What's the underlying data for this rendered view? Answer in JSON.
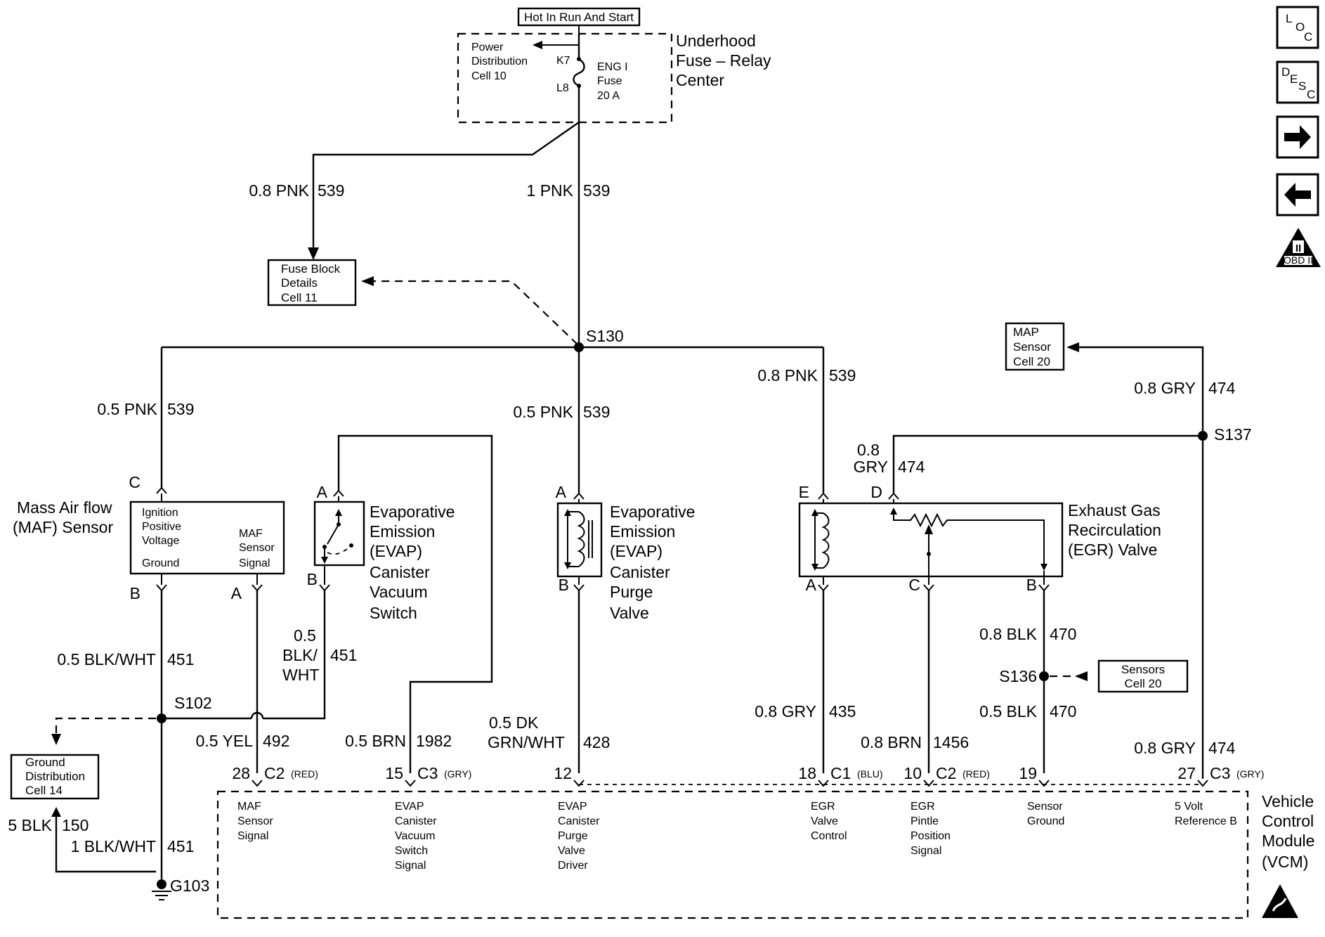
{
  "top": {
    "hot_label": "Hot In Run And Start",
    "power_dist": [
      "Power",
      "Distribution",
      "Cell 10"
    ],
    "pins": {
      "k7": "K7",
      "l8": "L8"
    },
    "fuse": [
      "ENG I",
      "Fuse",
      "20 A"
    ],
    "center": [
      "Underhood",
      "Fuse – Relay",
      "Center"
    ]
  },
  "wires": {
    "w_left_top": {
      "size": "0.8 PNK",
      "circuit": "539"
    },
    "w_main_top": {
      "size": "1 PNK",
      "circuit": "539"
    },
    "w_maf": {
      "size": "0.5 PNK",
      "circuit": "539"
    },
    "w_purge": {
      "size": "0.5 PNK",
      "circuit": "539"
    },
    "w_egr_e": {
      "size": "0.8 PNK",
      "circuit": "539"
    },
    "w_map": {
      "size": "0.8 GRY",
      "circuit": "474"
    },
    "w_egr_d": {
      "size_1": "0.8",
      "size_2": "GRY",
      "circuit": "474"
    },
    "w_maf_b": {
      "size": "0.5 BLK/WHT",
      "circuit": "451"
    },
    "w_vac_b": {
      "size_1": "0.5",
      "size_2": "BLK/",
      "size_3": "WHT",
      "circuit": "451"
    },
    "w_maf_a": {
      "size": "0.5 YEL",
      "circuit": "492"
    },
    "w_brn": {
      "size": "0.5 BRN",
      "circuit": "1982"
    },
    "w_dkgrn": {
      "size_1": "0.5 DK",
      "size_2": "GRN/WHT",
      "circuit": "428"
    },
    "w_egr_a": {
      "size": "0.8 GRY",
      "circuit": "435"
    },
    "w_egr_c": {
      "size": "0.8 BRN",
      "circuit": "1456"
    },
    "w_egr_b": {
      "size": "0.8 BLK",
      "circuit": "470"
    },
    "w_s136": {
      "size": "0.5 BLK",
      "circuit": "470"
    },
    "w_vcm_ref": {
      "size": "0.8 GRY",
      "circuit": "474"
    },
    "w_ground": {
      "size": "5 BLK",
      "circuit": "150"
    },
    "w_ground2": {
      "size": "1 BLK/WHT",
      "circuit": "451"
    }
  },
  "refs": {
    "fuse_block": [
      "Fuse Block",
      "Details",
      "Cell 11"
    ],
    "map_sensor": [
      "MAP",
      "Sensor",
      "Cell 20"
    ],
    "sensors": [
      "Sensors",
      "Cell 20"
    ],
    "ground_dist": [
      "Ground",
      "Distribution",
      "Cell 14"
    ]
  },
  "splices": {
    "s130": "S130",
    "s137": "S137",
    "s102": "S102",
    "s136": "S136",
    "g103": "G103"
  },
  "components": {
    "maf": {
      "name": [
        "Mass Air flow",
        "(MAF) Sensor"
      ],
      "inner_left": [
        "Ignition",
        "Positive",
        "Voltage"
      ],
      "inner_ground": "Ground",
      "inner_right": [
        "MAF",
        "Sensor",
        "Signal"
      ],
      "pin_c": "C",
      "pin_b": "B",
      "pin_a": "A"
    },
    "evap_switch": {
      "name": [
        "Evaporative",
        "Emission",
        "(EVAP)",
        "Canister",
        "Vacuum",
        "Switch"
      ],
      "pin_a": "A",
      "pin_b": "B"
    },
    "evap_purge": {
      "name": [
        "Evaporative",
        "Emission",
        "(EVAP)",
        "Canister",
        "Purge",
        "Valve"
      ],
      "pin_a": "A",
      "pin_b": "B"
    },
    "egr": {
      "name": [
        "Exhaust Gas",
        "Recirculation",
        "(EGR) Valve"
      ],
      "pin_e": "E",
      "pin_d": "D",
      "pin_a": "A",
      "pin_c": "C",
      "pin_b": "B"
    }
  },
  "vcm": {
    "name": [
      "Vehicle",
      "Control",
      "Module",
      "(VCM)"
    ],
    "connectors": [
      {
        "pin": "28",
        "conn": "C2",
        "color": "(RED)",
        "signal": [
          "MAF",
          "Sensor",
          "Signal"
        ]
      },
      {
        "pin": "15",
        "conn": "C3",
        "color": "(GRY)",
        "signal": [
          "EVAP",
          "Canister",
          "Vacuum",
          "Switch",
          "Signal"
        ]
      },
      {
        "pin": "12",
        "conn": "",
        "color": "",
        "signal": [
          "EVAP",
          "Canister",
          "Purge",
          "Valve",
          "Driver"
        ]
      },
      {
        "pin": "18",
        "conn": "C1",
        "color": "(BLU)",
        "signal": [
          "EGR",
          "Valve",
          "Control"
        ]
      },
      {
        "pin": "10",
        "conn": "C2",
        "color": "(RED)",
        "signal": [
          "EGR",
          "Pintle",
          "Position",
          "Signal"
        ]
      },
      {
        "pin": "19",
        "conn": "",
        "color": "",
        "signal": [
          "Sensor",
          "Ground"
        ]
      },
      {
        "pin": "27",
        "conn": "C3",
        "color": "(GRY)",
        "signal": [
          "5 Volt",
          "Reference B"
        ]
      }
    ]
  },
  "nav": {
    "loc": [
      "L",
      "O",
      "C"
    ],
    "desc": [
      "D",
      "E",
      "S",
      "C"
    ],
    "obd": "OBD II",
    "obd_roman": "II"
  }
}
